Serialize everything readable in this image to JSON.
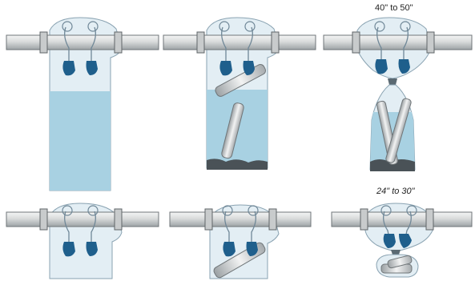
{
  "labels": {
    "top_right_dimension": "40\" to 50\"",
    "bottom_right_dimension": "24\" to 30\""
  },
  "colors": {
    "pipe": "#d6d8d8",
    "pipe_edge": "#6f7578",
    "bag": "#ddeaf2",
    "bag_edge": "#8aa3b2",
    "liquid": "#a8d1e2",
    "glove": "#1f5f8c",
    "rod": "#cfd2d3",
    "debris": "#4a5257"
  },
  "panels": [
    {
      "id": "bag-filled-with-liquid"
    },
    {
      "id": "rod-dropped-into-bag"
    },
    {
      "id": "bag-twisted-and-separated"
    },
    {
      "id": "bag-empty"
    },
    {
      "id": "rod-dropped-into-bag-2"
    },
    {
      "id": "bag-twisted-short"
    }
  ]
}
